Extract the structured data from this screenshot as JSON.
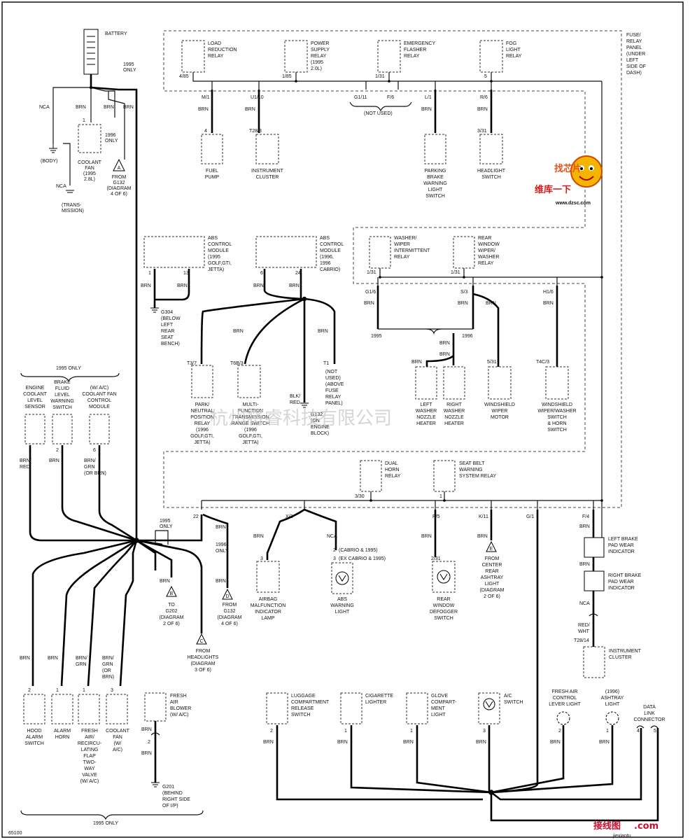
{
  "diagram_code": "65100",
  "watermarks": {
    "company": "杭州将睿科技有限公司",
    "logo_line1": "找芯片",
    "logo_line2": "维库一下",
    "url": "www.dzsc.com",
    "jiexiantu": "接线图",
    "jiexiantu_dot": ".com",
    "jiexiantu_url": "jiexiantu"
  },
  "labels": {
    "battery": "BATTERY",
    "fuse_panel": [
      "FUSE/",
      "RELAY",
      "PANEL",
      "(UNDER",
      "LEFT",
      "SIDE OF",
      "DASH)"
    ],
    "y1995_only": [
      "1995",
      "ONLY"
    ],
    "nca": "NCA",
    "brn": "BRN",
    "body": "(BODY)",
    "trans": [
      "(TRANS-",
      "MISSION)"
    ],
    "coolant_fan_top": [
      "COOLANT",
      "FAN",
      "(1995",
      "2.8L)"
    ],
    "y1996_only": [
      "1996",
      "ONLY"
    ],
    "from_g132_a": [
      "FROM",
      "G132",
      "(DIAGRAM",
      "4 OF 6)"
    ],
    "load_red": [
      "LOAD",
      "REDUCTION",
      "RELAY"
    ],
    "power_supply": [
      "POWER",
      "SUPPLY",
      "RELAY",
      "(1995",
      "2.0L)"
    ],
    "emergency": [
      "EMERGENCY",
      "FLASHER",
      "RELAY"
    ],
    "fog": [
      "FOG",
      "LIGHT",
      "RELAY"
    ],
    "pin_4_85": "4/85",
    "pin_1_85": "1/85",
    "pin_1_31": "1/31",
    "pin_5": "5",
    "pin_m1": "M/1",
    "pin_u1_10": "U1/10",
    "pin_g1_11": "G1/11",
    "pin_f_6": "F/6",
    "pin_l_1": "L/1",
    "pin_r_6": "R/6",
    "not_used": "(NOT USED)",
    "pin_4": "4",
    "pin_t28_3": "T28/3",
    "pin_3_31": "3/31",
    "fuel_pump": [
      "FUEL",
      "PUMP"
    ],
    "inst_cluster": [
      "INSTRUMENT",
      "CLUSTER"
    ],
    "park_brake": [
      "PARKING",
      "BRAKE",
      "WARNING",
      "LIGHT",
      "SWITCH"
    ],
    "headlight_sw": [
      "HEADLIGHT",
      "SWITCH"
    ],
    "abs_1995": [
      "ABS",
      "CONTROL",
      "MODULE",
      "(1995",
      "GOLF,GTI,",
      "JETTA)"
    ],
    "abs_1996": [
      "ABS",
      "CONTROL",
      "MODULE",
      "(1996,",
      "1996",
      "CABRIO)"
    ],
    "washer_relay": [
      "WASHER/",
      "WIPER",
      "INTERMITTENT",
      "RELAY"
    ],
    "rear_window": [
      "REAR",
      "WINDOW",
      "WIPER/",
      "WASHER",
      "RELAY"
    ],
    "g304": [
      "G304",
      "(BELOW",
      "LEFT",
      "REAR",
      "SEAT",
      "BENCH)"
    ],
    "pin_g1_6": "G1/6",
    "pin_s_3": "S/3",
    "pin_h1_6": "H1/6",
    "y1995": "1995",
    "y1996": "1996",
    "pin_t3_7": "T3/7",
    "pin_t6b_3": "T6B/3",
    "pin_t1": "T1",
    "not_used_above": [
      "(NOT",
      "USED)",
      "(ABOVE",
      "FUSE",
      "RELAY",
      "PANEL)"
    ],
    "blk_red": [
      "BLK/",
      "RED"
    ],
    "g132": [
      "G132",
      "(ON",
      "ENGINE",
      "BLOCK)"
    ],
    "pin_5_31": "5/31",
    "pin_t4c_3": "T4C/3",
    "park_neutral": [
      "PARK/",
      "NEUTRAL",
      "POSITION",
      "RELAY",
      "(1996",
      "GOLF,GTI,",
      "JETTA)"
    ],
    "multi_func": [
      "MULTI-",
      "FUNCTION",
      "TRANSMISSION",
      "RANGE SWITCH",
      "(1996",
      "GOLF,GTI,",
      "JETTA)"
    ],
    "left_washer": [
      "LEFT",
      "WASHER",
      "NOZZLE",
      "HEATER"
    ],
    "right_washer": [
      "RIGHT",
      "WASHER",
      "NOZZLE",
      "HEATER"
    ],
    "wiper_motor": [
      "WINDSHIELD",
      "WIPER",
      "MOTOR"
    ],
    "wiper_switch": [
      "WINDSHIELD",
      "WIPER/WASHER",
      "SWITCH",
      "& HORN",
      "SWITCH"
    ],
    "y1995_only_bracket": "1995 ONLY",
    "eng_coolant": [
      "ENGINE",
      "COOLANT",
      "LEVEL",
      "SENSOR"
    ],
    "brake_fluid": [
      "BRAKE",
      "FLUID",
      "LEVEL",
      "WARNING",
      "SWITCH"
    ],
    "wac_coolant": [
      "(W/ A/C)",
      "COOLANT FAN",
      "CONTROL",
      "MODULE"
    ],
    "brn_red": [
      "BRN/",
      "RED"
    ],
    "brn_grn_or": [
      "BRN/",
      "GRN",
      "(OR BRN)"
    ],
    "dual_horn": [
      "DUAL",
      "HORN",
      "RELAY"
    ],
    "seat_belt": [
      "SEAT BELT",
      "WARNING",
      "SYSTEM RELAY"
    ],
    "pin_3_30": "3/30",
    "pin_1": "1",
    "pin_2": "2",
    "pin_3": "3",
    "pin_6": "6",
    "pin_22": "22",
    "pin_x_2": "X/2",
    "pin_p_5": "P/5",
    "pin_k_11": "K/11",
    "pin_g_1": "G/1",
    "pin_f_4": "F/4",
    "left_brake_pad": [
      "LEFT BRAKE",
      "PAD WEAR",
      "INDICATOR"
    ],
    "right_brake_pad": [
      "RIGHT BRAKE",
      "PAD WEAR",
      "INDICATOR"
    ],
    "cabrio_1995": "(CABRIO & 1995)",
    "ex_cabrio_1995": "(EX CABRIO & 1995)",
    "pin_2_31": "2/31",
    "to_g202": [
      "TO",
      "G202",
      "(DIAGRAM",
      "2 OF 6)"
    ],
    "from_g132_d": [
      "FROM",
      "G132",
      "(DIAGRAM",
      "4 OF 6)"
    ],
    "airbag": [
      "AIRBAG",
      "MALFUNCTION",
      "INDICATOR",
      "LAMP"
    ],
    "abs_warn": [
      "ABS",
      "WARNING",
      "LIGHT"
    ],
    "rear_defog": [
      "REAR",
      "WINDOW",
      "DEFOGGER",
      "SWITCH"
    ],
    "from_center": [
      "FROM",
      "CENTER",
      "REAR",
      "ASHTRAY",
      "LIGHT",
      "(DIAGRAM",
      "2 OF 6)"
    ],
    "red_wht": [
      "RED/",
      "WHT"
    ],
    "pin_t28_14": "T28/14",
    "from_headlights": [
      "FROM",
      "HEADLIGHTS",
      "(DIAGRAM",
      "3 OF 6)"
    ],
    "brn_grn": [
      "BRN/",
      "GRN"
    ],
    "brn_grn_or2": [
      "BRN/",
      "GRN",
      "(OR",
      "BRN)"
    ],
    "hood_alarm": [
      "HOOD",
      "ALARM",
      "SWITCH"
    ],
    "alarm_horn": [
      "ALARM",
      "HORN"
    ],
    "fresh_air_flap": [
      "FRESH",
      "AIR/",
      "RECIRCU-",
      "LATING",
      "FLAP",
      "TWO-",
      "WAY",
      "VALVE",
      "(W/ A/C)"
    ],
    "coolant_fan_wac": [
      "COOLANT",
      "FAN",
      "(W/",
      "A/C)"
    ],
    "fresh_blower": [
      "FRESH",
      "AIR",
      "BLOWER",
      "(W/ A/C)"
    ],
    "g201": [
      "G201",
      "(BEHIND",
      "RIGHT SIDE",
      "OF I/P)"
    ],
    "luggage": [
      "LUGGAGE",
      "COMPARTMENT",
      "RELEASE",
      "SWITCH"
    ],
    "cigarette": [
      "CIGARETTE",
      "LIGHTER"
    ],
    "glove": [
      "GLOVE",
      "COMPART-",
      "MENT",
      "LIGHT"
    ],
    "ac_switch": [
      "A/C",
      "SWITCH"
    ],
    "fresh_lever": [
      "FRESH AIR",
      "CONTROL",
      "LEVER LIGHT"
    ],
    "ashtray": [
      "(1996)",
      "ASHTRAY",
      "LIGHT"
    ],
    "data_link": [
      "DATA",
      "LINK",
      "CONNECTOR"
    ],
    "letters": {
      "a": "A",
      "b": "B",
      "c": "C",
      "d": "D",
      "e": "E"
    }
  }
}
